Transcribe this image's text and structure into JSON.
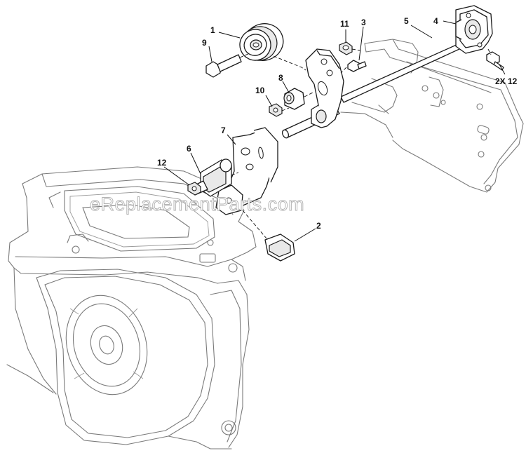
{
  "watermark": "eReplacementParts.com",
  "callouts": [
    {
      "id": "1",
      "label": "1"
    },
    {
      "id": "2",
      "label": "2"
    },
    {
      "id": "3",
      "label": "3"
    },
    {
      "id": "4",
      "label": "4"
    },
    {
      "id": "5",
      "label": "5"
    },
    {
      "id": "6",
      "label": "6"
    },
    {
      "id": "7",
      "label": "7"
    },
    {
      "id": "8",
      "label": "8"
    },
    {
      "id": "9",
      "label": "9"
    },
    {
      "id": "10",
      "label": "10"
    },
    {
      "id": "11",
      "label": "11"
    },
    {
      "id": "12",
      "label": "12"
    },
    {
      "id": "2x12",
      "label": "2X 12"
    }
  ]
}
